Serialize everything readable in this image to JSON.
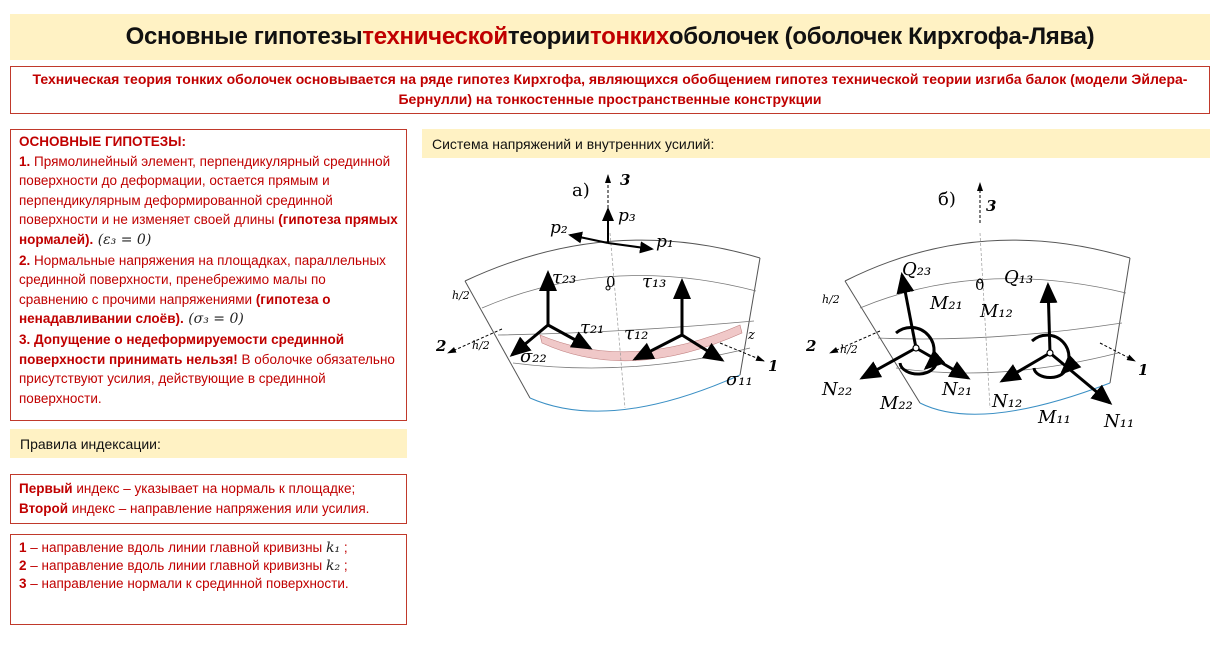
{
  "title": {
    "part1": "Основные гипотезы ",
    "part2": "технической",
    "part3": " теории ",
    "part4": "тонких",
    "part5": " оболочек (оболочек Кирхгофа-Лява)"
  },
  "intro": "Техническая теория тонких оболочек основывается на ряде гипотез Кирхгофа, являющихся обобщением гипотез технической теории изгиба балок (модели Эйлера-Бернулли) на тонкостенные пространственные конструкции",
  "hypotheses": {
    "heading": "ОСНОВНЫЕ ГИПОТЕЗЫ:",
    "h1_num": "1.",
    "h1_text": " Прямолинейный элемент, перпендикулярный срединной поверхности до деформации, остается прямым и перпендикулярным деформированной срединной поверхности и не изменяет своей длины ",
    "h1_bold": "(гипотеза прямых нормалей).",
    "h1_math": " (ε₃ = 0)",
    "h2_num": "2.",
    "h2_text": " Нормальные напряжения на площадках, параллельных срединной поверхности, пренебрежимо малы по сравнению с прочими напряжениями ",
    "h2_bold": "(гипотеза о ненадавливании слоёв).",
    "h2_math": " (σ₃ = 0)",
    "h3_num": "3.",
    "h3_bold": " Допущение о недеформируемости срединной поверхности принимать нельзя!",
    "h3_text": " В оболочке обязательно присутствуют усилия, действующие в срединной поверхности."
  },
  "rules_heading": "Правила индексации:",
  "indexing": {
    "first_bold": "Первый",
    "first_text": " индекс – указывает на нормаль к площадке;",
    "second_bold": "Второй",
    "second_text": " индекс – направление напряжения или усилия."
  },
  "directions": {
    "d1_num": "1",
    "d1_text": " – направление вдоль линии главной кривизны ",
    "d1_math": "k₁",
    "d1_end": " ;",
    "d2_num": "2",
    "d2_text": " – направление вдоль линии главной кривизны ",
    "d2_math": "k₂",
    "d2_end": " ;",
    "d3_num": "3",
    "d3_text": " – направление нормали к срединной поверхности."
  },
  "system_heading": "Система напряжений и внутренних усилий:",
  "diagram_a": {
    "label": "а)",
    "axis1": "1",
    "axis2": "2",
    "axis3": "3",
    "origin": "0",
    "p1": "p₁",
    "p2": "p₂",
    "p3": "p₃",
    "tau23": "τ₂₃",
    "tau13": "τ₁₃",
    "tau21": "τ₂₁",
    "tau12": "τ₁₂",
    "sigma22": "σ₂₂",
    "sigma11": "σ₁₁",
    "h2a": "h/2",
    "h2b": "h/2",
    "z": "z"
  },
  "diagram_b": {
    "label": "б)",
    "axis1": "1",
    "axis2": "2",
    "axis3": "3",
    "origin": "0",
    "Q23": "Q₂₃",
    "Q13": "Q₁₃",
    "M21": "M₂₁",
    "M12": "M₁₂",
    "M22": "M₂₂",
    "M11": "M₁₁",
    "N22": "N₂₂",
    "N21": "N₂₁",
    "N12": "N₁₂",
    "N11": "N₁₁",
    "h2a": "h/2",
    "h2b": "h/2"
  }
}
